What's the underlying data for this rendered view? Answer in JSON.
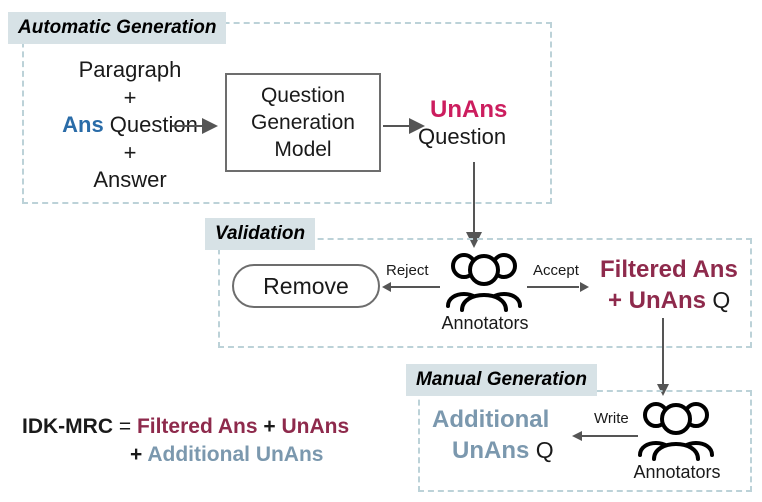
{
  "diagram": {
    "title_implied": "IDK-MRC dataset construction pipeline",
    "colors": {
      "answerable_blue": "#2a6ca8",
      "unanswerable_pink": "#cc1d5e",
      "filtered_maroon": "#8e2a4c",
      "additional_steel": "#7b98ae",
      "section_label_bg": "#d7e2e6",
      "dashed_border": "#bcd2d8",
      "box_border": "#6d6d6d",
      "arrow": "#555555",
      "text": "#1a1a1a"
    }
  },
  "sections": {
    "automatic": {
      "label": "Automatic Generation",
      "input": {
        "line1": "Paragraph",
        "plus1": "+",
        "line2_prefix": "Ans",
        "line2_suffix": " Question",
        "plus2": "+",
        "line3": "Answer"
      },
      "model_box": {
        "line1": "Question",
        "line2": "Generation",
        "line3": "Model"
      },
      "output": {
        "highlight": "UnAns",
        "rest": "Question"
      }
    },
    "validation": {
      "label": "Validation",
      "remove_box": "Remove",
      "reject_label": "Reject",
      "accept_label": "Accept",
      "annotators_caption": "Annotators",
      "output_line1": "Filtered Ans",
      "output_line2_prefix": "+ UnAns",
      "output_line2_suffix": " Q"
    },
    "manual": {
      "label": "Manual Generation",
      "write_label": "Write",
      "annotators_caption": "Annotators",
      "output_line1": "Additional",
      "output_line2_prefix": "UnAns",
      "output_line2_suffix": " Q"
    }
  },
  "formula": {
    "name": "IDK-MRC",
    "equals": "=",
    "term1": "Filtered Ans",
    "plus1": "+",
    "term2": "UnAns",
    "plus2": "+",
    "term3": "Additional UnAns"
  },
  "icons": {
    "annotators": "people-group-icon",
    "arrow": "arrow-icon"
  }
}
